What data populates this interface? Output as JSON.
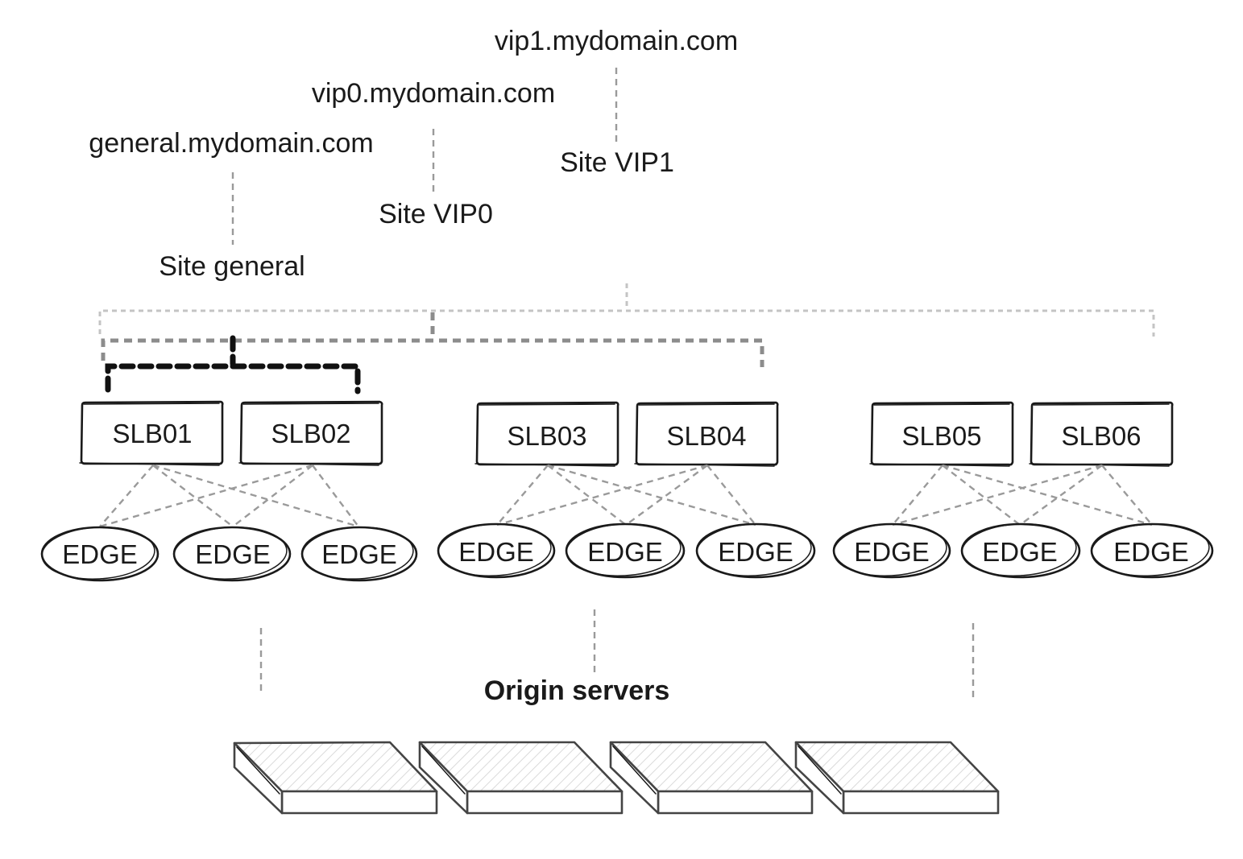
{
  "domains": [
    {
      "domain": "vip1.mydomain.com",
      "site": "Site VIP1"
    },
    {
      "domain": "vip0.mydomain.com",
      "site": "Site VIP0"
    },
    {
      "domain": "general.mydomain.com",
      "site": "Site general"
    }
  ],
  "load_balancers": [
    "SLB01",
    "SLB02",
    "SLB03",
    "SLB04",
    "SLB05",
    "SLB06"
  ],
  "edge_label": "EDGE",
  "edge_count": 9,
  "origin": {
    "title": "Origin servers",
    "server_count": 4
  },
  "colors": {
    "ink": "#1a1a1a",
    "dash_light": "#c4c4c4",
    "dash_mid": "#8c8c8c",
    "dash_dark": "#111111",
    "server": "#444444"
  }
}
